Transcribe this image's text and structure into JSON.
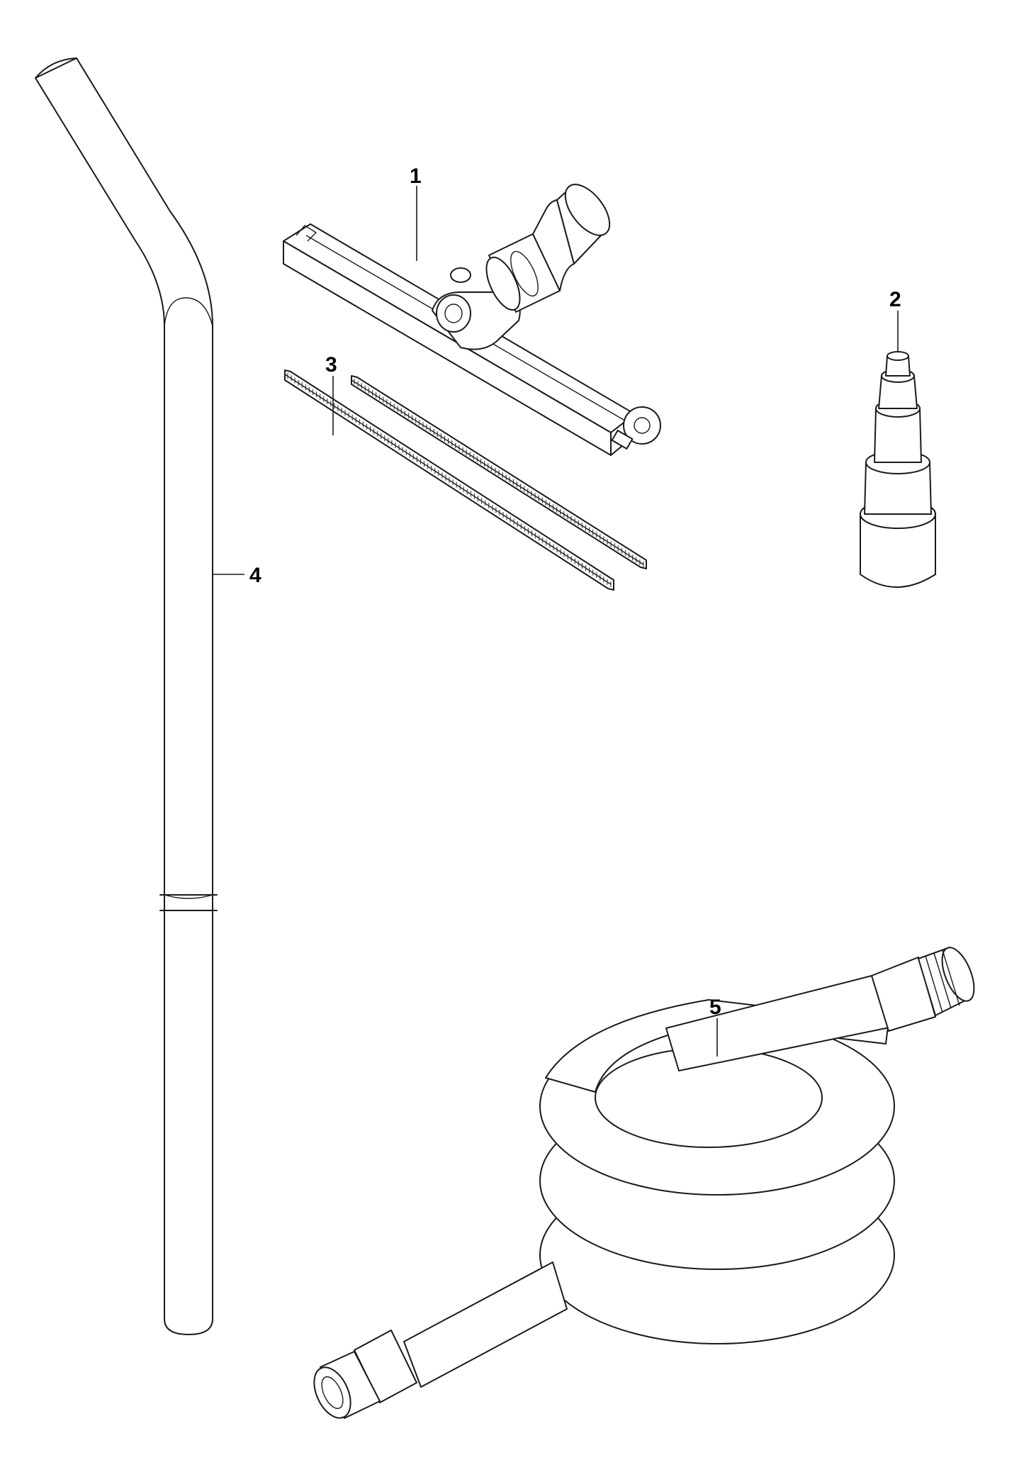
{
  "parts": [
    {
      "id": "part-1",
      "label": "1",
      "icon": "floor-nozzle-icon"
    },
    {
      "id": "part-2",
      "label": "2",
      "icon": "hose-adapter-icon"
    },
    {
      "id": "part-3",
      "label": "3",
      "icon": "rubber-strips-icon"
    },
    {
      "id": "part-4",
      "label": "4",
      "icon": "suction-tube-icon"
    },
    {
      "id": "part-5",
      "label": "5",
      "icon": "suction-hose-icon"
    }
  ],
  "colors": {
    "line": "#1a1a1a",
    "background": "#ffffff"
  }
}
